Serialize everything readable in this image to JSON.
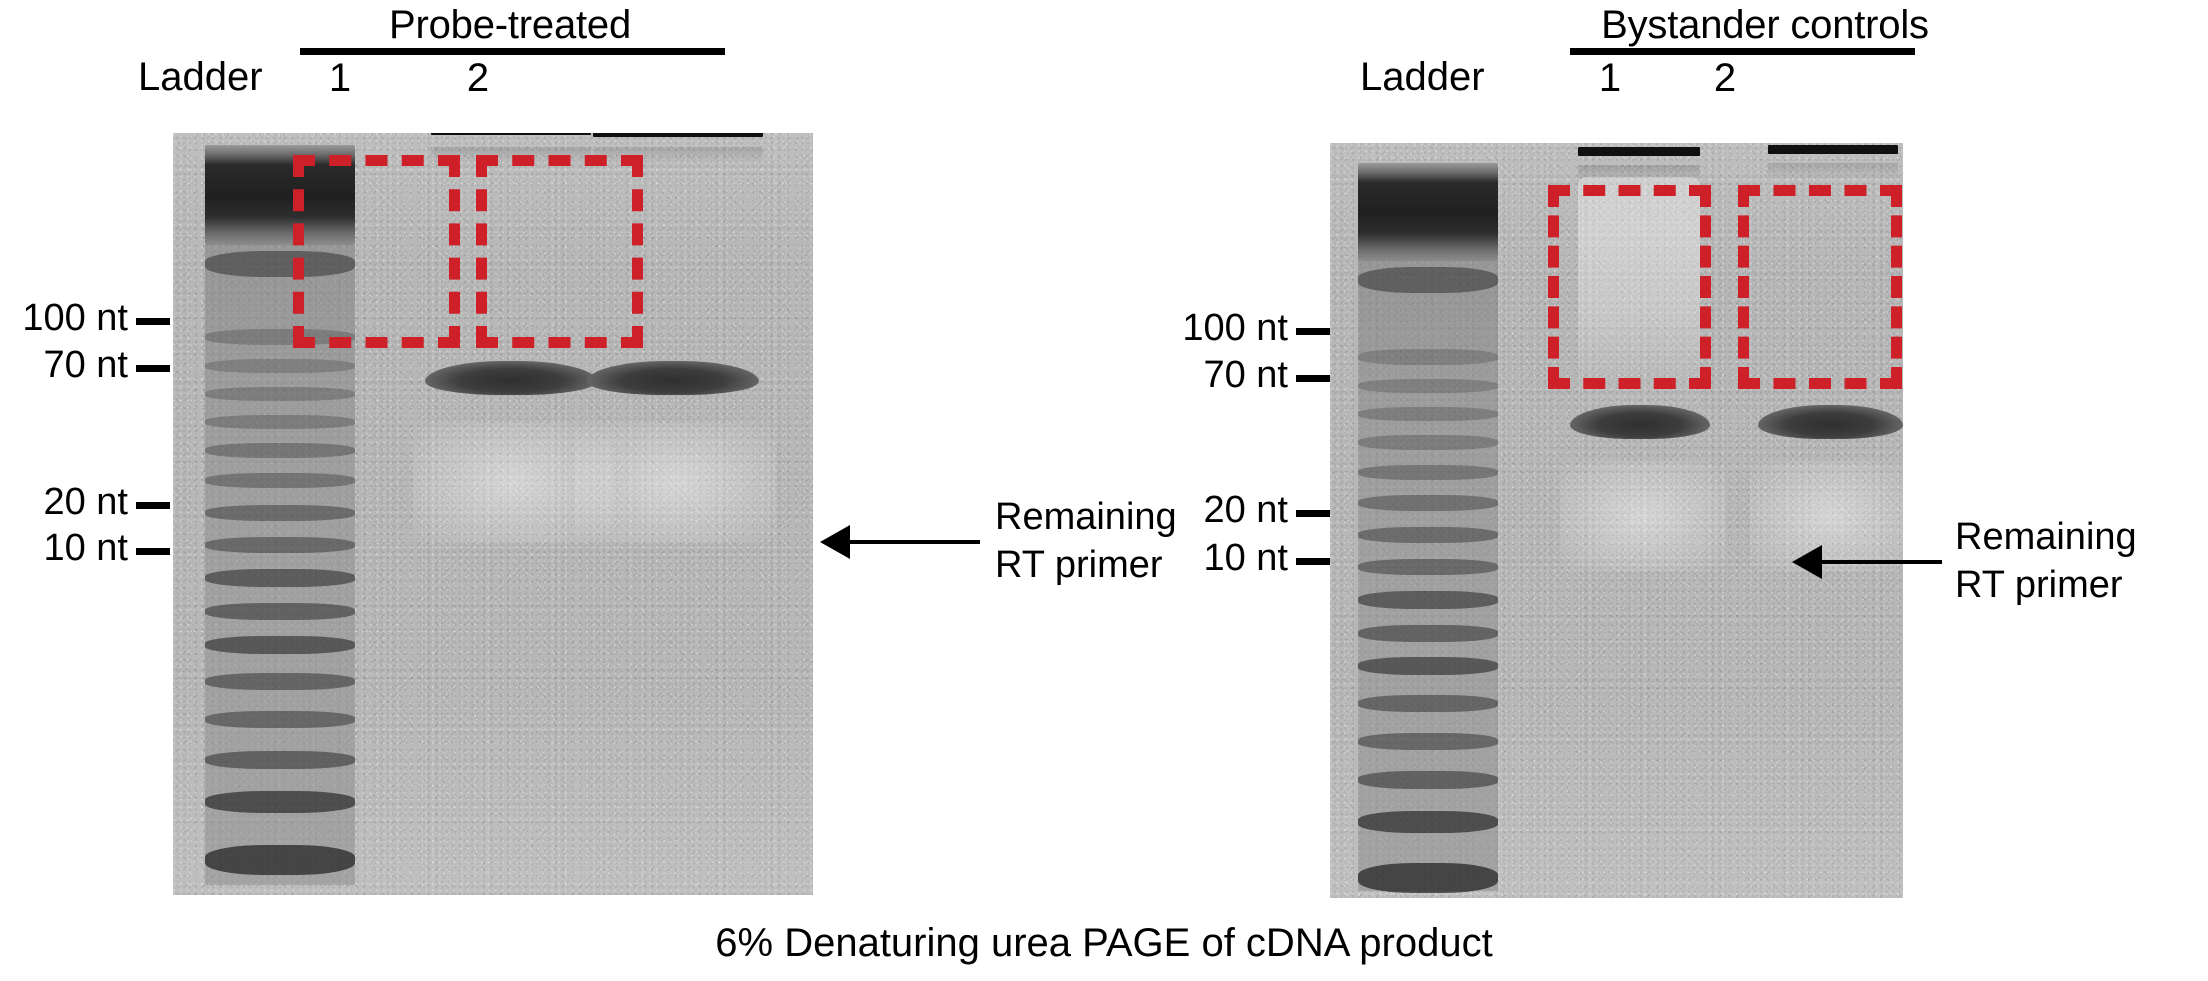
{
  "figure": {
    "caption": "6% Denaturing urea PAGE of cDNA product",
    "accent_red": "#CE2029",
    "gel_background": "#B8B8B8"
  },
  "panels": [
    {
      "id": "left",
      "group_title": "Probe-treated",
      "ladder_label": "Ladder",
      "lane_numbers": [
        "1",
        "2"
      ],
      "markers": [
        {
          "label": "100 nt"
        },
        {
          "label": "70 nt"
        },
        {
          "label": "20 nt"
        },
        {
          "label": "10 nt"
        }
      ],
      "annotation": {
        "line1": "Remaining",
        "line2": "RT primer"
      },
      "lanes": [
        {
          "number": "1",
          "roi_content": "empty",
          "primer_band": "strong"
        },
        {
          "number": "2",
          "roi_content": "empty",
          "primer_band": "strong"
        }
      ]
    },
    {
      "id": "right",
      "group_title": "Bystander controls",
      "ladder_label": "Ladder",
      "lane_numbers": [
        "1",
        "2"
      ],
      "markers": [
        {
          "label": "100 nt"
        },
        {
          "label": "70 nt"
        },
        {
          "label": "20 nt"
        },
        {
          "label": "10 nt"
        }
      ],
      "annotation": {
        "line1": "Remaining",
        "line2": "RT primer"
      },
      "lanes": [
        {
          "number": "1",
          "roi_content": "smear",
          "primer_band": "strong"
        },
        {
          "number": "2",
          "roi_content": "empty",
          "primer_band": "strong"
        }
      ]
    }
  ]
}
